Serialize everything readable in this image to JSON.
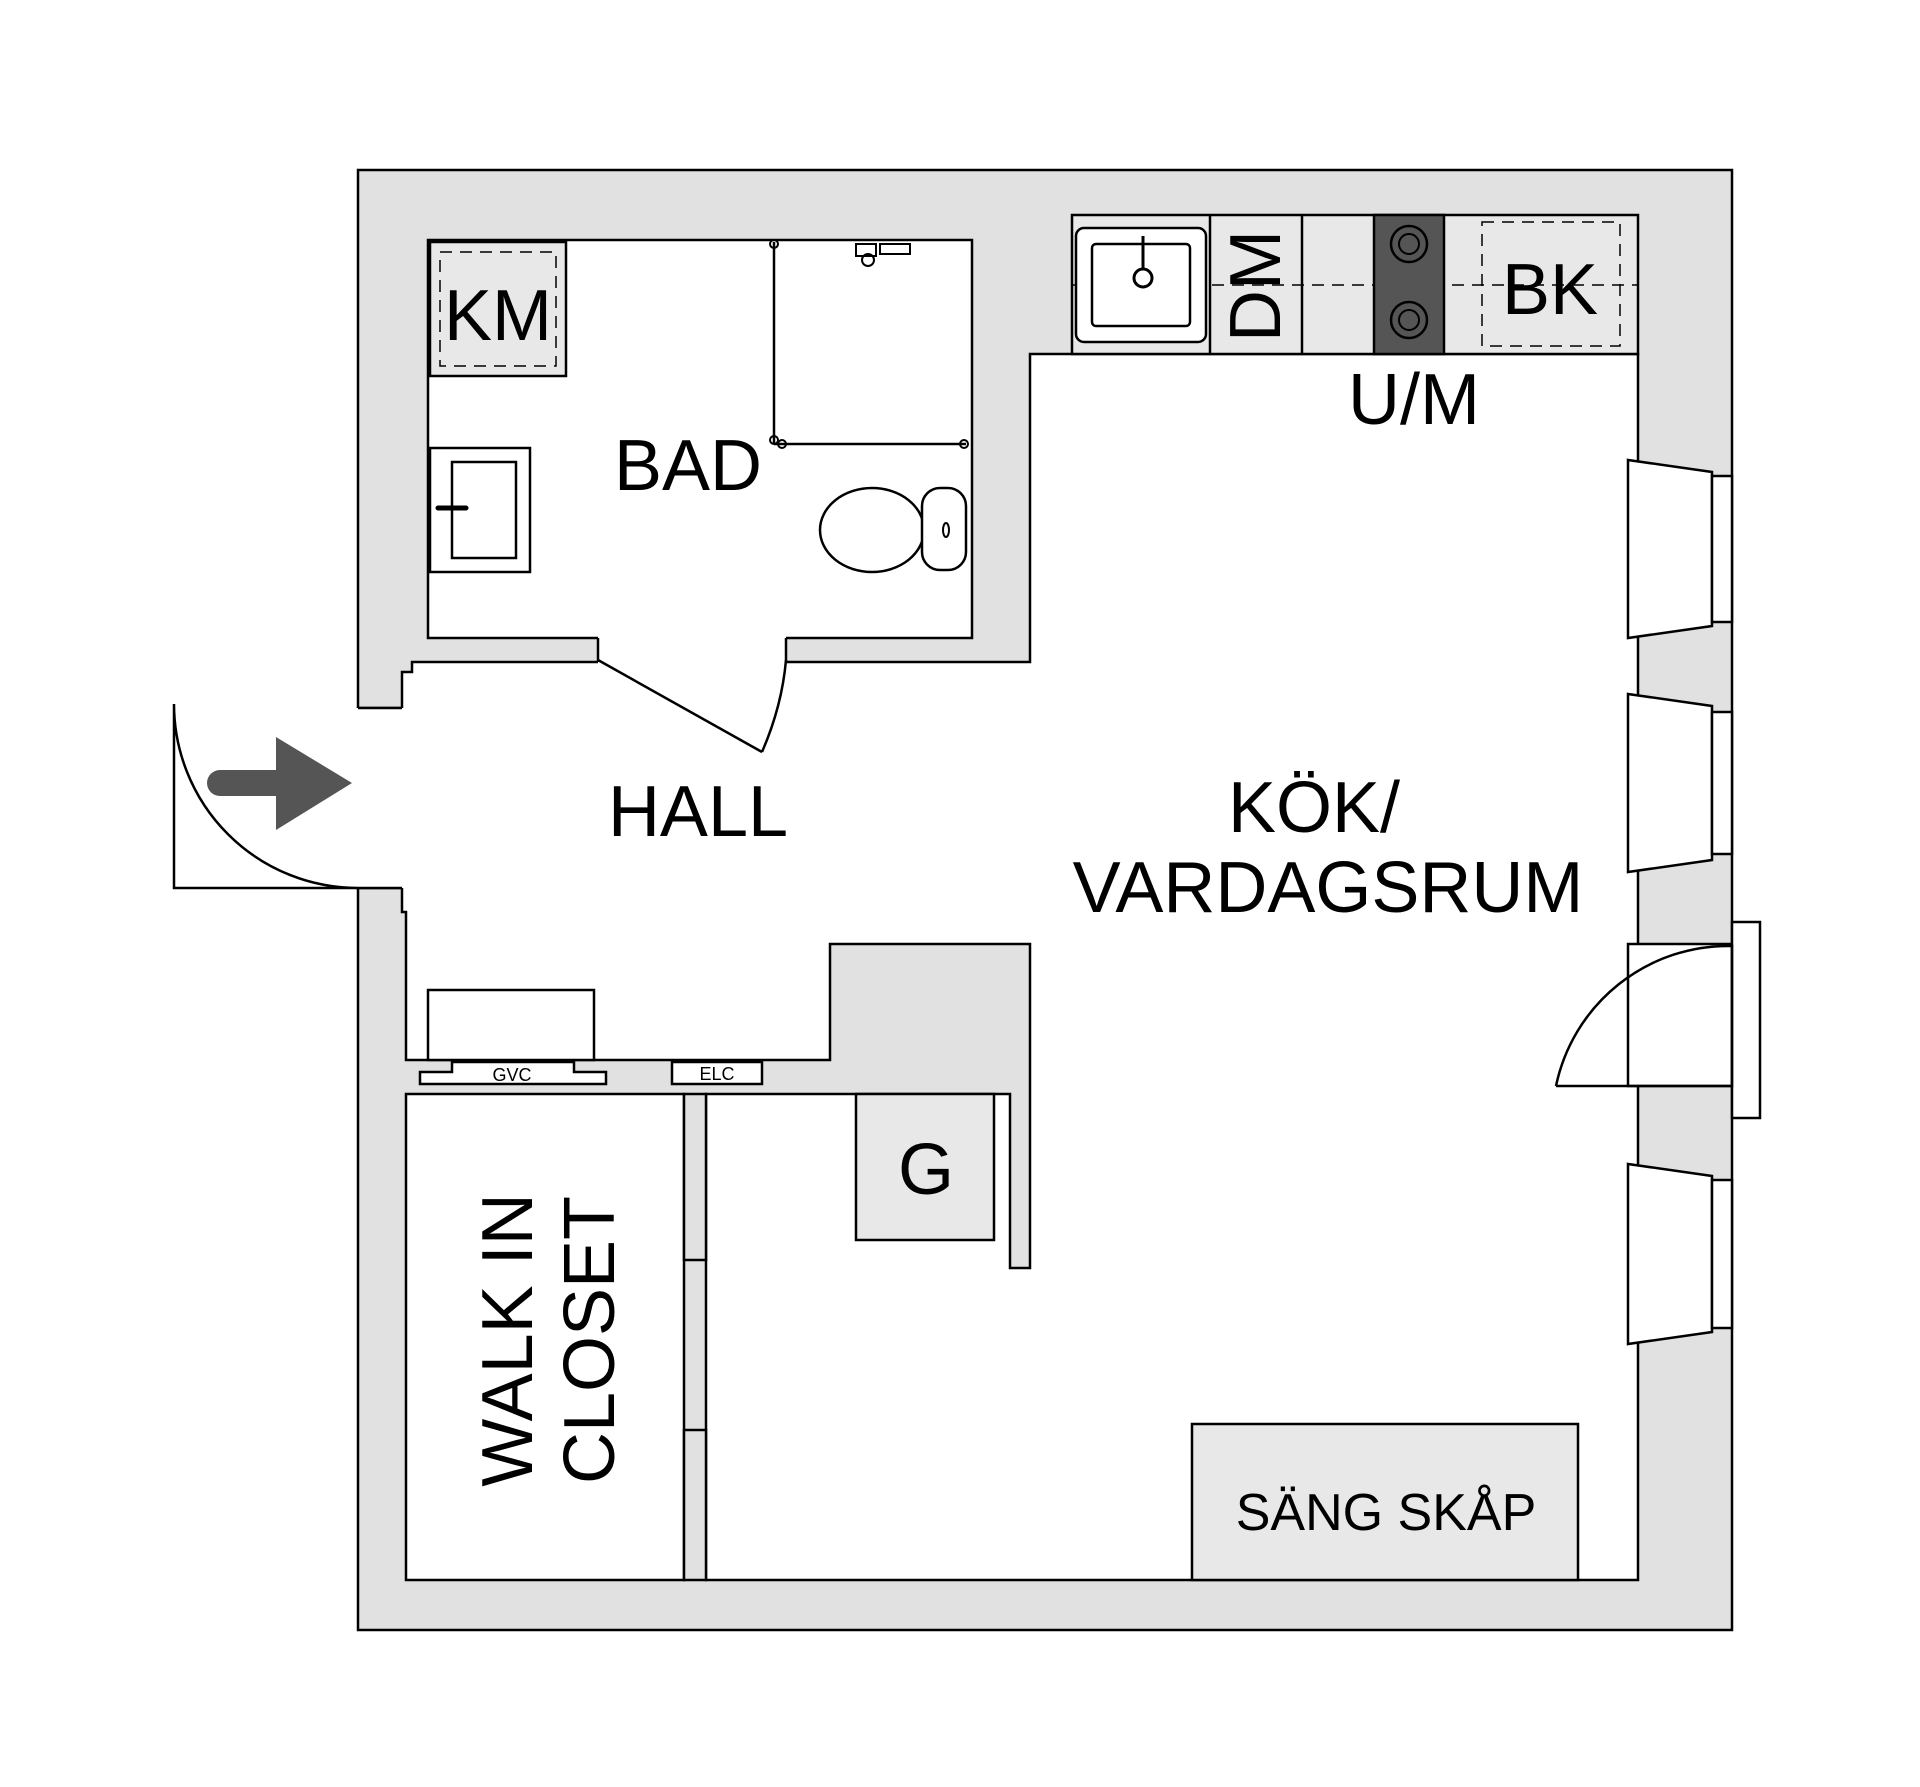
{
  "rooms": {
    "bathroom": "BAD",
    "hall": "HALL",
    "kitchen_line1": "KÖK/",
    "kitchen_line2": "VARDAGSRUM",
    "closet_line1": "WALK IN",
    "closet_line2": "CLOSET"
  },
  "fixtures": {
    "washing_machine": "KM",
    "dishwasher": "DM",
    "counter": "BK",
    "oven_microwave": "U/M",
    "wardrobe": "G",
    "bed_cabinet": "SÄNG SKÅP",
    "gvc": "GVC",
    "elc": "ELC"
  },
  "colors": {
    "wall_fill": "#e1e1e1",
    "line": "#000000",
    "arrow": "#555555",
    "stove": "#555555"
  }
}
